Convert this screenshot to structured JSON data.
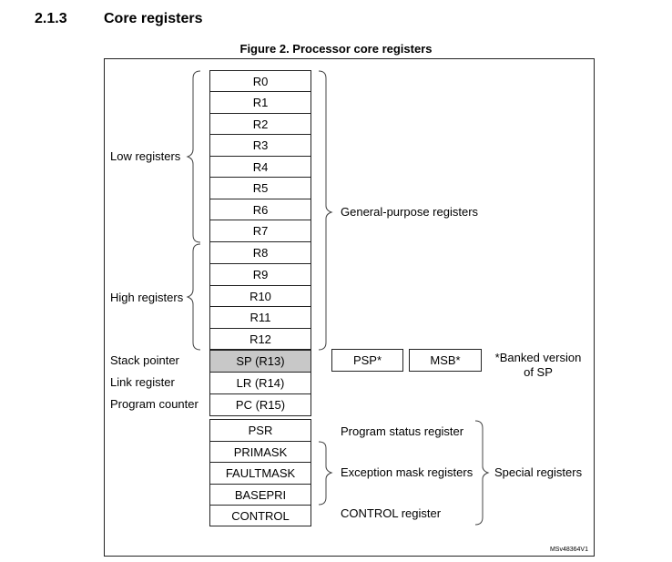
{
  "section": {
    "number": "2.1.3",
    "title": "Core registers"
  },
  "figure": {
    "caption": "Figure 2. Processor core registers",
    "doc_id": "MSv48364V1"
  },
  "registers": {
    "general": [
      "R0",
      "R1",
      "R2",
      "R3",
      "R4",
      "R5",
      "R6",
      "R7",
      "R8",
      "R9",
      "R10",
      "R11",
      "R12"
    ],
    "sp": "SP (R13)",
    "lr": "LR (R14)",
    "pc": "PC (R15)",
    "special": [
      "PSR",
      "PRIMASK",
      "FAULTMASK",
      "BASEPRI",
      "CONTROL"
    ],
    "banked": {
      "psp": "PSP*",
      "msb": "MSB*",
      "note": "*Banked version of SP"
    }
  },
  "labels": {
    "low_registers": "Low registers",
    "high_registers": "High registers",
    "general_purpose": "General-purpose registers",
    "stack_pointer": "Stack pointer",
    "link_register": "Link register",
    "program_counter": "Program counter",
    "program_status": "Program status register",
    "exception_mask": "Exception mask registers",
    "control_register": "CONTROL register",
    "special_registers": "Special registers"
  },
  "colors": {
    "sp_fill": "#c8c8c8",
    "line": "#222222"
  }
}
